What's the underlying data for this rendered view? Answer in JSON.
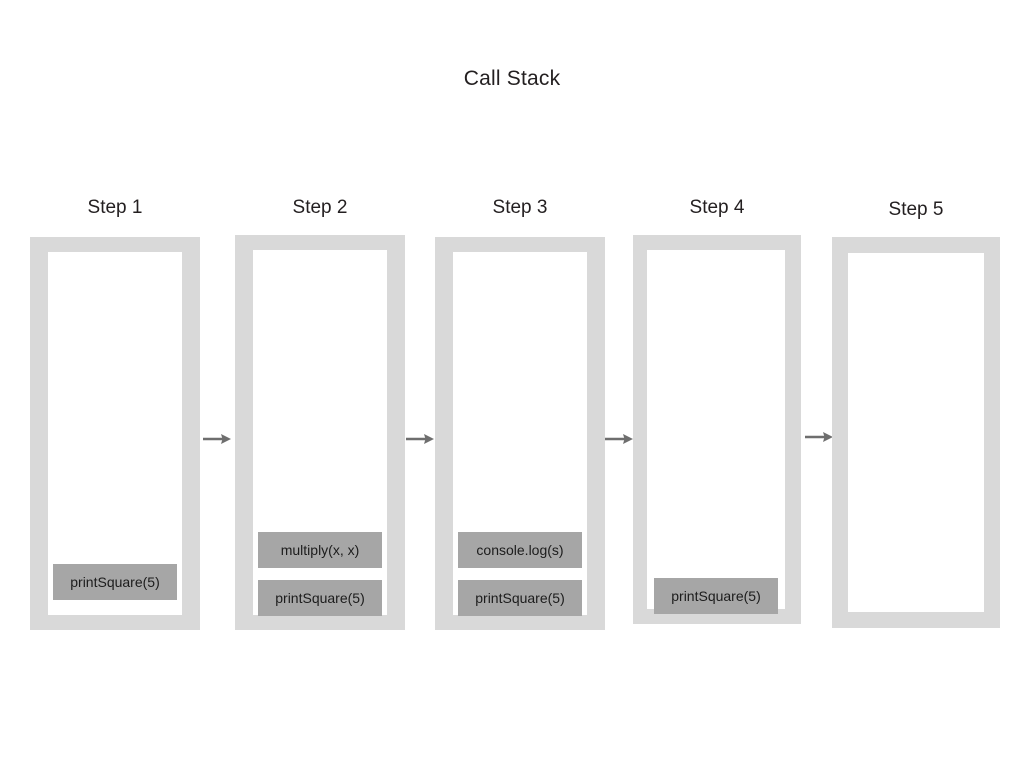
{
  "title": "Call Stack",
  "colors": {
    "background": "#ffffff",
    "frame": "#d9d9d9",
    "frame_interior": "#ffffff",
    "stack_item_fill": "#a6a6a6",
    "text": "#231f20",
    "arrow": "#6e6e6e"
  },
  "arrow_glyph": "→",
  "steps": [
    {
      "label": "Step 1",
      "stack": [
        "printSquare(5)"
      ]
    },
    {
      "label": "Step 2",
      "stack": [
        "multiply(x, x)",
        "printSquare(5)"
      ]
    },
    {
      "label": "Step 3",
      "stack": [
        "console.log(s)",
        "printSquare(5)"
      ]
    },
    {
      "label": "Step 4",
      "stack": [
        "printSquare(5)"
      ]
    },
    {
      "label": "Step 5",
      "stack": []
    }
  ],
  "arrows": [
    {
      "from": "Step 1",
      "to": "Step 2"
    },
    {
      "from": "Step 2",
      "to": "Step 3"
    },
    {
      "from": "Step 3",
      "to": "Step 4"
    },
    {
      "from": "Step 4",
      "to": "Step 5"
    }
  ]
}
